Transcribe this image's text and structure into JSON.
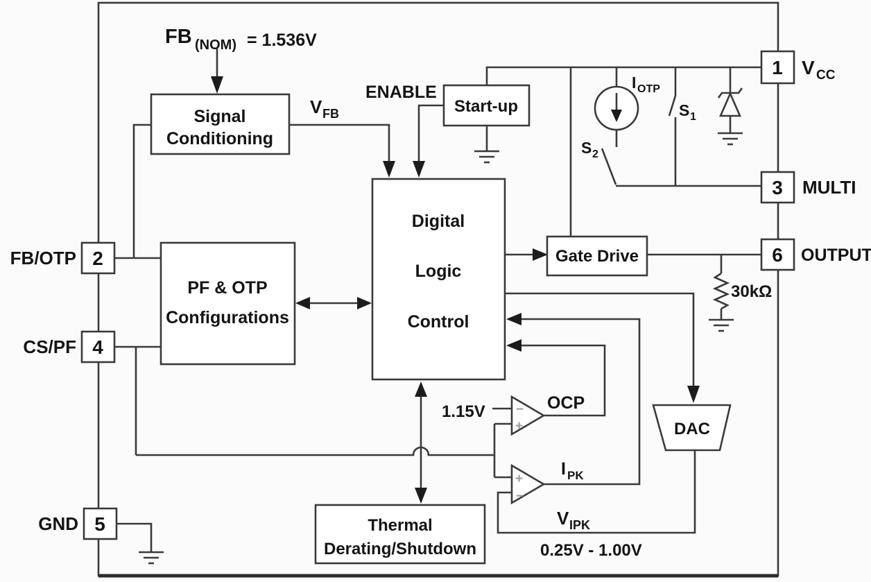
{
  "figure": {
    "type": "ic-functional-block-diagram"
  },
  "colors": {
    "line": "#3a3a3a",
    "text": "#141414",
    "background": "#fbfbfb",
    "comparator_sign": "#9b9b9b"
  },
  "pins": {
    "pin1": {
      "number": "1",
      "label_main": "V",
      "label_sub": "CC"
    },
    "pin2": {
      "number": "2",
      "label": "FB/OTP"
    },
    "pin3": {
      "number": "3",
      "label": "MULTI"
    },
    "pin4": {
      "number": "4",
      "label": "CS/PF"
    },
    "pin5": {
      "number": "5",
      "label": "GND"
    },
    "pin6": {
      "number": "6",
      "label": "OUTPUT"
    }
  },
  "blocks": {
    "signal_conditioning": {
      "line1": "Signal",
      "line2": "Conditioning"
    },
    "startup": {
      "label": "Start-up"
    },
    "digital_logic": {
      "line1": "Digital",
      "line2": "Logic",
      "line3": "Control"
    },
    "pf_otp": {
      "line1": "PF & OTP",
      "line2": "Configurations"
    },
    "gate_drive": {
      "label": "Gate Drive"
    },
    "thermal": {
      "line1": "Thermal",
      "line2": "Derating/Shutdown"
    },
    "dac": {
      "label": "DAC"
    }
  },
  "signals": {
    "fb_nom_main": "FB",
    "fb_nom_sub": "(NOM)",
    "fb_nom_value": "= 1.536V",
    "vfb_main": "V",
    "vfb_sub": "FB",
    "enable": "ENABLE",
    "iotp_main": "I",
    "iotp_sub": "OTP",
    "s1_main": "S",
    "s1_sub": "1",
    "s2_main": "S",
    "s2_sub": "2",
    "ocp_ref": "1.15V",
    "ocp": "OCP",
    "ipk_main": "I",
    "ipk_sub": "PK",
    "vipk_main": "V",
    "vipk_sub": "IPK",
    "dac_range": "0.25V - 1.00V",
    "resistor_value": "30kΩ",
    "plus": "+",
    "minus": "−"
  }
}
